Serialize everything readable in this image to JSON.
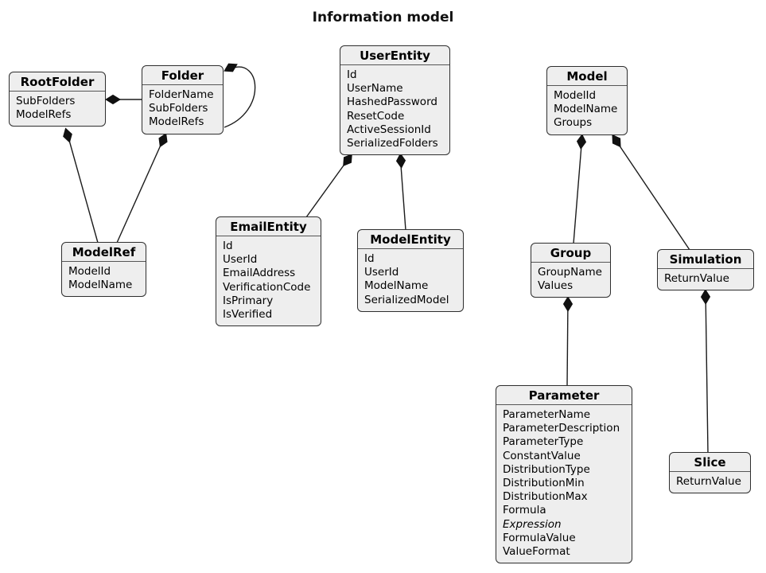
{
  "title": "Information model",
  "colors": {
    "background": "#ffffff",
    "box_fill": "#eeeeee",
    "box_border": "#2e2e2e",
    "title_separator": "#555555",
    "edge": "#1b1b1b",
    "text": "#000000"
  },
  "classes": [
    {
      "id": "rootfolder",
      "name": "RootFolder",
      "attributes": [
        "SubFolders",
        "ModelRefs"
      ]
    },
    {
      "id": "folder",
      "name": "Folder",
      "attributes": [
        "FolderName",
        "SubFolders",
        "ModelRefs"
      ]
    },
    {
      "id": "userentity",
      "name": "UserEntity",
      "attributes": [
        "Id",
        "UserName",
        "HashedPassword",
        "ResetCode",
        "ActiveSessionId",
        "SerializedFolders"
      ]
    },
    {
      "id": "model",
      "name": "Model",
      "attributes": [
        "ModelId",
        "ModelName",
        "Groups"
      ]
    },
    {
      "id": "modelref",
      "name": "ModelRef",
      "attributes": [
        "ModelId",
        "ModelName"
      ]
    },
    {
      "id": "emailentity",
      "name": "EmailEntity",
      "attributes": [
        "Id",
        "UserId",
        "EmailAddress",
        "VerificationCode",
        "IsPrimary",
        "IsVerified"
      ]
    },
    {
      "id": "modelentity",
      "name": "ModelEntity",
      "attributes": [
        "Id",
        "UserId",
        "ModelName",
        "SerializedModel"
      ]
    },
    {
      "id": "group",
      "name": "Group",
      "attributes": [
        "GroupName",
        "Values"
      ]
    },
    {
      "id": "simulation",
      "name": "Simulation",
      "attributes": [
        "ReturnValue"
      ]
    },
    {
      "id": "parameter",
      "name": "Parameter",
      "attributes": [
        "ParameterName",
        "ParameterDescription",
        "ParameterType",
        "ConstantValue",
        "DistributionType",
        "DistributionMin",
        "DistributionMax",
        "Formula",
        "Expression",
        "FormulaValue",
        "ValueFormat"
      ],
      "italic_attributes": [
        "Expression"
      ]
    },
    {
      "id": "slice",
      "name": "Slice",
      "attributes": [
        "ReturnValue"
      ]
    }
  ],
  "relationships": [
    {
      "from": "RootFolder",
      "to": "Folder",
      "type": "composition",
      "diamond_at": "RootFolder"
    },
    {
      "from": "Folder",
      "to": "Folder",
      "type": "composition",
      "diamond_at": "Folder"
    },
    {
      "from": "RootFolder",
      "to": "ModelRef",
      "type": "composition",
      "diamond_at": "RootFolder"
    },
    {
      "from": "Folder",
      "to": "ModelRef",
      "type": "composition",
      "diamond_at": "Folder"
    },
    {
      "from": "UserEntity",
      "to": "EmailEntity",
      "type": "composition",
      "diamond_at": "UserEntity"
    },
    {
      "from": "UserEntity",
      "to": "ModelEntity",
      "type": "composition",
      "diamond_at": "UserEntity"
    },
    {
      "from": "Model",
      "to": "Group",
      "type": "composition",
      "diamond_at": "Model"
    },
    {
      "from": "Model",
      "to": "Simulation",
      "type": "composition",
      "diamond_at": "Model"
    },
    {
      "from": "Group",
      "to": "Parameter",
      "type": "composition",
      "diamond_at": "Group"
    },
    {
      "from": "Simulation",
      "to": "Slice",
      "type": "composition",
      "diamond_at": "Simulation"
    }
  ]
}
